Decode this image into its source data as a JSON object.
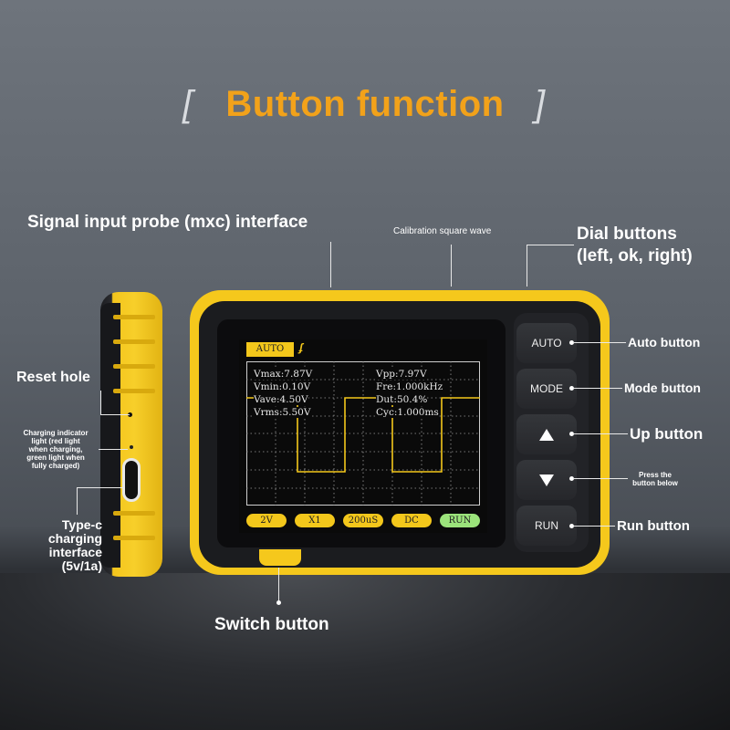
{
  "title": "Button function",
  "brackets": {
    "left": "[",
    "right": "]"
  },
  "labels": {
    "probe": "Signal input probe (mxc) interface",
    "calibration": "Calibration square wave",
    "dial_line1": "Dial buttons",
    "dial_line2": "(left, ok, right)",
    "reset": "Reset hole",
    "charging_indicator": [
      "Charging indicator",
      "light (red light",
      "when charging,",
      "green light when",
      "fully charged)"
    ],
    "typec": [
      "Type-c",
      "charging",
      "interface",
      "(5v/1a)"
    ],
    "auto": "Auto button",
    "mode": "Mode button",
    "up": "Up button",
    "press_below": [
      "Press the",
      "button below"
    ],
    "run": "Run button",
    "switch": "Switch button"
  },
  "device_buttons": {
    "auto": "AUTO",
    "mode": "MODE",
    "run": "RUN",
    "up_icon": "triangle-up-icon",
    "down_icon": "triangle-down-icon"
  },
  "screen": {
    "mode_tab": "AUTO",
    "trigger_icon": "trigger-edge-icon",
    "measurements": {
      "vmax": "Vmax:7.87V",
      "vmin": "Vmin:0.10V",
      "vave": "Vave:4.50V",
      "vrms": "Vrms:5.50V",
      "vpp": "Vpp:7.97V",
      "fre": "Fre:1.000kHz",
      "dut": "Dut:50.4%",
      "cyc": "Cyc:1.000ms"
    },
    "bottom_bar": [
      "2V",
      "X1",
      "200uS",
      "DC",
      "RUN"
    ]
  },
  "colors": {
    "title": "#f2a21a",
    "device_yellow": "#f5c81c",
    "waveform": "#f3c71b",
    "run_pill": "#9be37b"
  }
}
